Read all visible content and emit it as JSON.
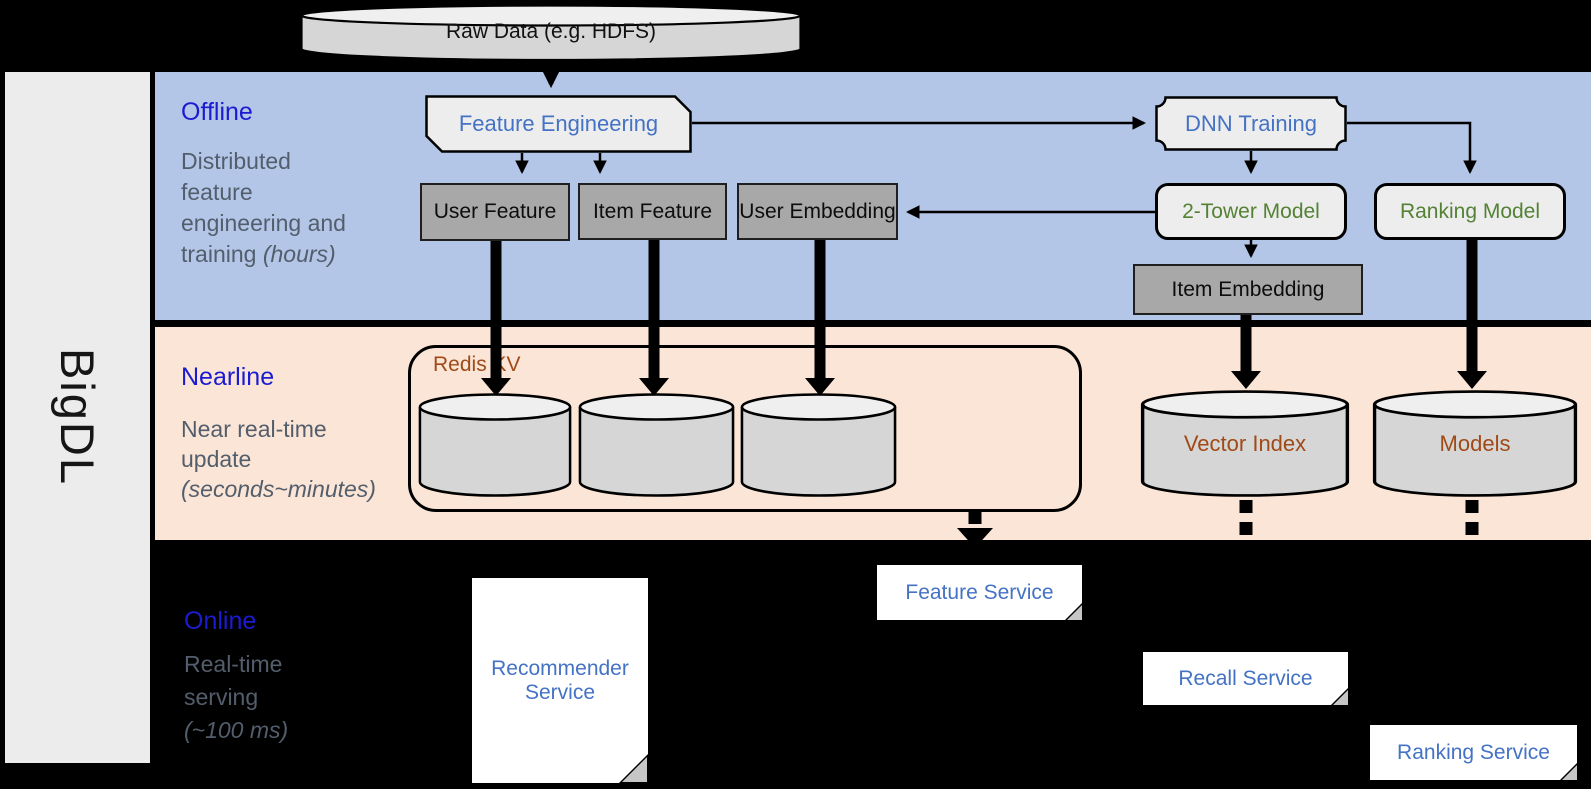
{
  "brand": "BigDL",
  "raw_data_label": "Raw Data (e.g. HDFS)",
  "sections": {
    "offline": {
      "title": "Offline",
      "desc_lines": [
        "Distributed",
        "feature",
        "engineering and"
      ],
      "desc_last": "training",
      "duration": "(hours)"
    },
    "nearline": {
      "title": "Nearline",
      "desc_lines": [
        "Near real-time",
        "update"
      ],
      "duration": "(seconds~minutes)"
    },
    "online": {
      "title": "Online",
      "desc_lines": [
        "Real-time",
        "serving"
      ],
      "duration": "(~100 ms)"
    }
  },
  "nodes": {
    "feature_engineering": "Feature Engineering",
    "dnn_training": "DNN Training",
    "user_feature": "User Feature",
    "item_feature": "Item Feature",
    "user_embedding": "User Embedding",
    "two_tower_model": "2-Tower Model",
    "ranking_model": "Ranking Model",
    "item_embedding": "Item Embedding",
    "redis_kv": "Redis KV",
    "vector_index": "Vector Index",
    "models": "Models",
    "recommender_service": "Recommender Service",
    "feature_service": "Feature Service",
    "recall_service": "Recall Service",
    "ranking_service": "Ranking Service"
  },
  "colors": {
    "page_bg": "#000000",
    "sidebar_bg": "#ECECEC",
    "offline_bg": "#B3C6E7",
    "nearline_bg": "#FBE5D6",
    "online_bg": "#000000",
    "section_title_blue": "#1B1BD1",
    "desc_gray": "#535E6C",
    "node_text_blue": "#4472C4",
    "node_text_green": "#548235",
    "storage_text_brown": "#A04A17",
    "gray_node_bg": "#A8A8A8",
    "light_node_bg": "#EDEDED",
    "cylinder_body": "#D6D6D6",
    "cylinder_top": "#EFEFEF"
  }
}
